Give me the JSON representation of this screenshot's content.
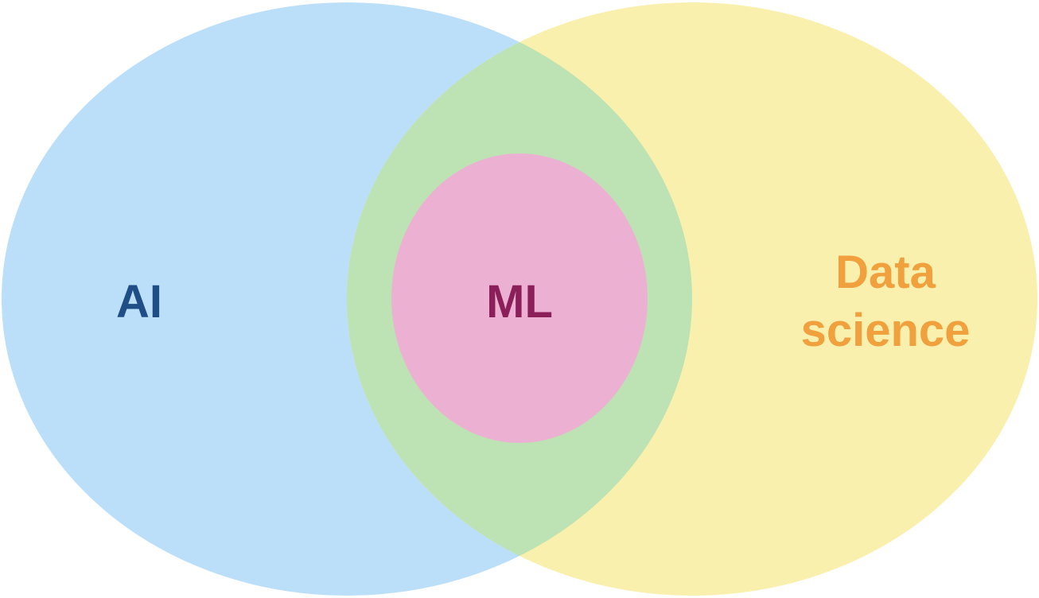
{
  "sets": {
    "ai": {
      "label": "AI",
      "fill": "#bbdff9",
      "text_color": "#1f4e86"
    },
    "data_science": {
      "label_line1": "Data",
      "label_line2": "science",
      "fill": "#f9f0ae",
      "text_color": "#f0a03c"
    },
    "overlap": {
      "fill": "#bde2b3"
    },
    "ml": {
      "label": "ML",
      "fill": "#ecb1d2",
      "text_color": "#8b1f5a"
    }
  }
}
